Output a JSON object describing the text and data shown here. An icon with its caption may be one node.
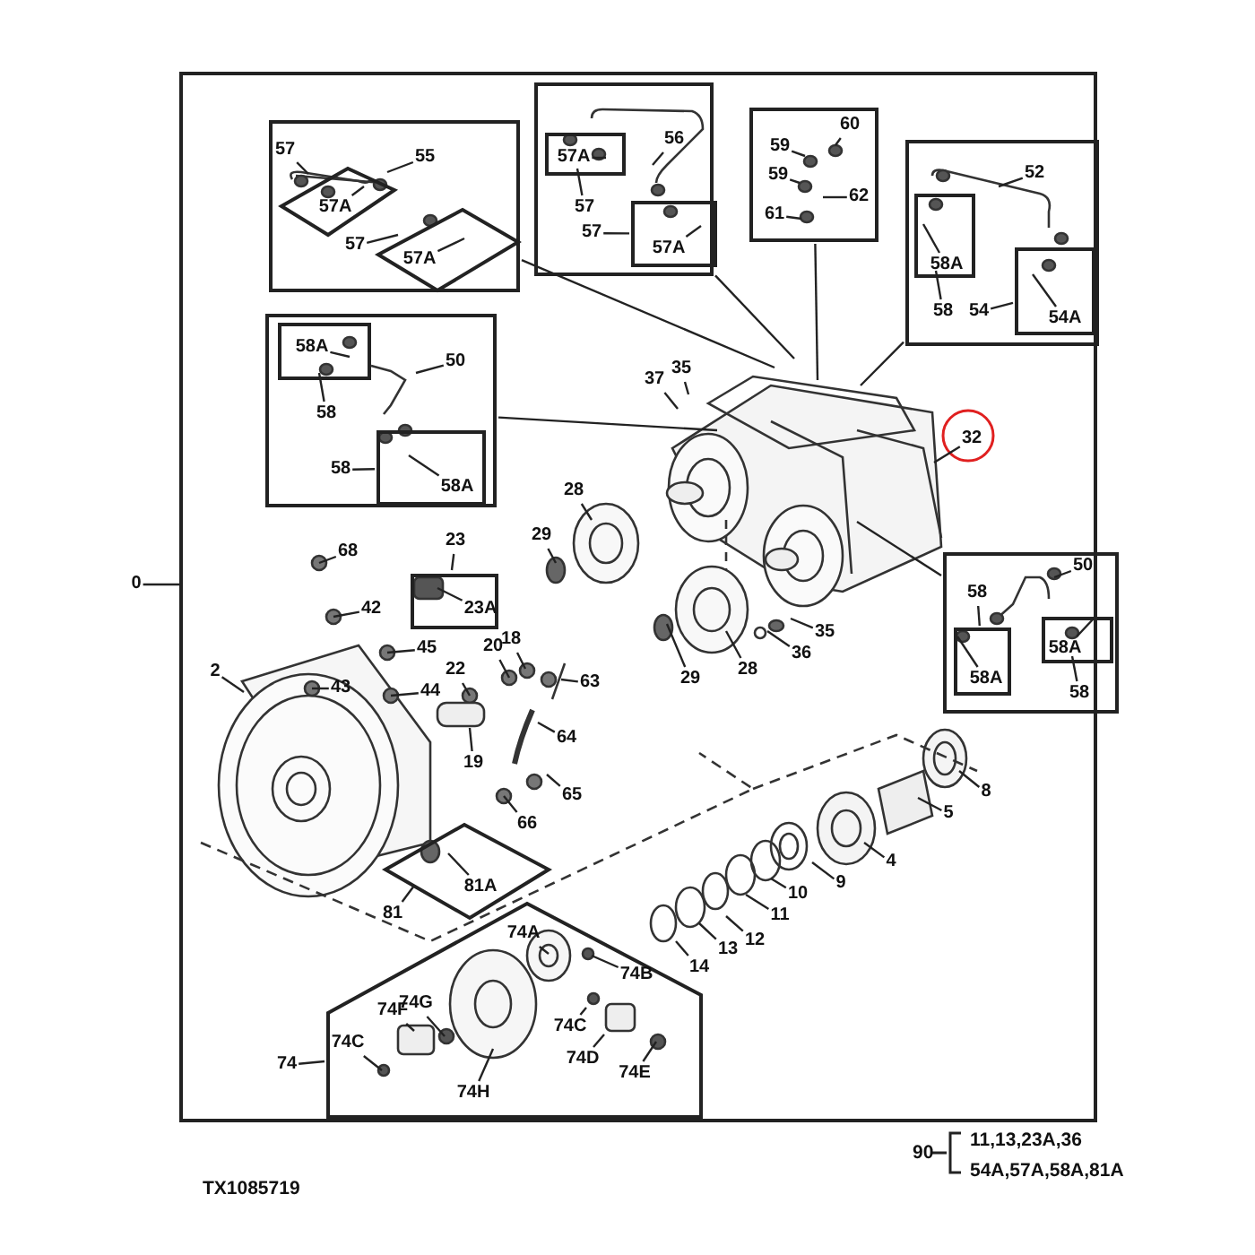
{
  "diagram": {
    "nodes": [
      {
        "text": [],
        "shape": "box"
      },
      {
        "text": [
          "0"
        ]
      },
      {
        "text": [],
        "shape": "box",
        "in": 0
      },
      {
        "text": [],
        "shape": "diamond",
        "in": 2
      },
      {
        "text": [
          "57"
        ],
        "in": 2
      },
      {
        "text": [
          "57A"
        ],
        "in": 3
      },
      {
        "text": [
          "55"
        ],
        "in": 2
      },
      {
        "text": [],
        "shape": "diamond",
        "in": 2
      },
      {
        "text": [
          "57"
        ],
        "in": 2
      },
      {
        "text": [
          "57A"
        ],
        "in": 7
      },
      {
        "text": [],
        "shape": "box",
        "in": 0
      },
      {
        "text": [],
        "shape": "box",
        "in": 10
      },
      {
        "text": [
          "57A"
        ],
        "in": 11
      },
      {
        "text": [
          "57"
        ],
        "in": 10
      },
      {
        "text": [
          "56"
        ],
        "in": 10
      },
      {
        "text": [],
        "shape": "box",
        "in": 10
      },
      {
        "text": [
          "57"
        ],
        "in": 10
      },
      {
        "text": [
          "57A"
        ],
        "in": 15
      },
      {
        "text": [],
        "shape": "box",
        "in": 0
      },
      {
        "text": [
          "60"
        ],
        "in": 18
      },
      {
        "text": [
          "59"
        ],
        "in": 18
      },
      {
        "text": [
          "59"
        ],
        "in": 18
      },
      {
        "text": [
          "62"
        ],
        "in": 18
      },
      {
        "text": [
          "61"
        ],
        "in": 18
      },
      {
        "text": [],
        "shape": "box",
        "in": 0
      },
      {
        "text": [],
        "shape": "box",
        "in": 24
      },
      {
        "text": [
          "58A"
        ],
        "in": 25
      },
      {
        "text": [
          "58"
        ],
        "in": 24
      },
      {
        "text": [
          "52"
        ],
        "in": 24
      },
      {
        "text": [],
        "shape": "box",
        "in": 24
      },
      {
        "text": [
          "54"
        ],
        "in": 24
      },
      {
        "text": [
          "54A"
        ],
        "in": 29
      },
      {
        "text": [],
        "shape": "box",
        "in": 0
      },
      {
        "text": [],
        "shape": "box",
        "in": 32
      },
      {
        "text": [
          "58A"
        ],
        "in": 33
      },
      {
        "text": [
          "58"
        ],
        "in": 32
      },
      {
        "text": [
          "50"
        ],
        "in": 32
      },
      {
        "text": [],
        "shape": "box",
        "in": 32
      },
      {
        "text": [
          "58"
        ],
        "in": 32
      },
      {
        "text": [
          "58A"
        ],
        "in": 37
      },
      {
        "text": [],
        "shape": "box",
        "in": 0
      },
      {
        "text": [],
        "shape": "box",
        "in": 40
      },
      {
        "text": [
          "58"
        ],
        "in": 40
      },
      {
        "text": [
          "58A"
        ],
        "in": 41
      },
      {
        "text": [
          "50"
        ],
        "in": 40
      },
      {
        "text": [],
        "shape": "box",
        "in": 40
      },
      {
        "text": [
          "58A"
        ],
        "in": 45
      },
      {
        "text": [
          "58"
        ],
        "in": 40
      },
      {
        "text": [
          "23"
        ],
        "in": 0
      },
      {
        "text": [],
        "shape": "box",
        "in": 0
      },
      {
        "text": [
          "23A"
        ],
        "in": 49
      },
      {
        "text": [
          "37"
        ],
        "in": 0
      },
      {
        "text": [
          "35"
        ],
        "in": 0
      },
      {
        "text": [
          "32"
        ],
        "in": 0
      },
      {
        "text": [
          "28"
        ],
        "in": 0
      },
      {
        "text": [
          "29"
        ],
        "in": 0
      },
      {
        "text": [
          "29"
        ],
        "in": 0
      },
      {
        "text": [
          "28"
        ],
        "in": 0
      },
      {
        "text": [
          "35"
        ],
        "in": 0
      },
      {
        "text": [
          "36"
        ],
        "in": 0
      },
      {
        "text": [
          "68"
        ],
        "in": 0
      },
      {
        "text": [
          "42"
        ],
        "in": 0
      },
      {
        "text": [
          "43"
        ],
        "in": 0
      },
      {
        "text": [
          "45"
        ],
        "in": 0
      },
      {
        "text": [
          "44"
        ],
        "in": 0
      },
      {
        "text": [
          "2"
        ],
        "in": 0
      },
      {
        "text": [
          "22"
        ],
        "in": 0
      },
      {
        "text": [
          "20"
        ],
        "in": 0
      },
      {
        "text": [
          "18"
        ],
        "in": 0
      },
      {
        "text": [
          "63"
        ],
        "in": 0
      },
      {
        "text": [
          "19"
        ],
        "in": 0
      },
      {
        "text": [
          "64"
        ],
        "in": 0
      },
      {
        "text": [
          "65"
        ],
        "in": 0
      },
      {
        "text": [
          "66"
        ],
        "in": 0
      },
      {
        "text": [
          "8"
        ],
        "in": 0
      },
      {
        "text": [
          "5"
        ],
        "in": 0
      },
      {
        "text": [
          "4"
        ],
        "in": 0
      },
      {
        "text": [
          "9"
        ],
        "in": 0
      },
      {
        "text": [
          "10"
        ],
        "in": 0
      },
      {
        "text": [
          "11"
        ],
        "in": 0
      },
      {
        "text": [
          "12"
        ],
        "in": 0
      },
      {
        "text": [
          "13"
        ],
        "in": 0
      },
      {
        "text": [
          "14"
        ],
        "in": 0
      },
      {
        "text": [],
        "shape": "diamond",
        "in": 0
      },
      {
        "text": [
          "81A"
        ],
        "in": 83
      },
      {
        "text": [
          "81"
        ],
        "in": 0
      },
      {
        "text": [],
        "shape": "pentagon",
        "in": 0
      },
      {
        "text": [
          "74"
        ],
        "in": 0
      },
      {
        "text": [
          "74A"
        ],
        "in": 86
      },
      {
        "text": [
          "74B"
        ],
        "in": 86
      },
      {
        "text": [
          "74C"
        ],
        "in": 86
      },
      {
        "text": [
          "74D"
        ],
        "in": 86
      },
      {
        "text": [
          "74E"
        ],
        "in": 86
      },
      {
        "text": [
          "74F"
        ],
        "in": 86
      },
      {
        "text": [
          "74G"
        ],
        "in": 86
      },
      {
        "text": [
          "74C"
        ],
        "in": 86
      },
      {
        "text": [
          "74H"
        ],
        "in": 86
      }
    ],
    "edges": [
      {
        "from": 1,
        "to": 0,
        "arrow": "none"
      },
      {
        "from": 4,
        "to": 3,
        "arrow": "none"
      },
      {
        "from": 5,
        "to": null,
        "arrow": "none"
      },
      {
        "from": 6,
        "to": null,
        "arrow": "none"
      },
      {
        "from": 8,
        "to": 7,
        "arrow": "none"
      },
      {
        "from": 9,
        "to": null,
        "arrow": "none"
      },
      {
        "from": 12,
        "to": null,
        "arrow": "none"
      },
      {
        "from": 13,
        "to": 11,
        "arrow": "none"
      },
      {
        "from": 14,
        "to": null,
        "arrow": "none"
      },
      {
        "from": 16,
        "to": 15,
        "arrow": "none"
      },
      {
        "from": 17,
        "to": null,
        "arrow": "none"
      },
      {
        "from": 19,
        "to": null,
        "arrow": "none"
      },
      {
        "from": 20,
        "to": null,
        "arrow": "none"
      },
      {
        "from": 21,
        "to": null,
        "arrow": "none"
      },
      {
        "from": 22,
        "to": null,
        "arrow": "none"
      },
      {
        "from": 23,
        "to": null,
        "arrow": "none"
      },
      {
        "from": 26,
        "to": null,
        "arrow": "none"
      },
      {
        "from": 27,
        "to": 25,
        "arrow": "none"
      },
      {
        "from": 28,
        "to": null,
        "arrow": "none"
      },
      {
        "from": 30,
        "to": 29,
        "arrow": "none"
      },
      {
        "from": 31,
        "to": null,
        "arrow": "none"
      },
      {
        "from": 34,
        "to": null,
        "arrow": "none"
      },
      {
        "from": 35,
        "to": 33,
        "arrow": "none"
      },
      {
        "from": 36,
        "to": null,
        "arrow": "none"
      },
      {
        "from": 38,
        "to": 37,
        "arrow": "none"
      },
      {
        "from": 39,
        "to": null,
        "arrow": "none"
      },
      {
        "from": 42,
        "to": 41,
        "arrow": "none"
      },
      {
        "from": 43,
        "to": null,
        "arrow": "none"
      },
      {
        "from": 44,
        "to": null,
        "arrow": "none"
      },
      {
        "from": 46,
        "to": null,
        "arrow": "none"
      },
      {
        "from": 47,
        "to": 45,
        "arrow": "none"
      },
      {
        "from": 48,
        "to": 49,
        "arrow": "none"
      },
      {
        "from": 50,
        "to": null,
        "arrow": "none"
      },
      {
        "from": 51,
        "to": null,
        "arrow": "none"
      },
      {
        "from": 52,
        "to": null,
        "arrow": "none"
      },
      {
        "from": 53,
        "to": null,
        "arrow": "none"
      },
      {
        "from": 54,
        "to": null,
        "arrow": "none"
      },
      {
        "from": 55,
        "to": null,
        "arrow": "none"
      },
      {
        "from": 56,
        "to": null,
        "arrow": "none"
      },
      {
        "from": 57,
        "to": null,
        "arrow": "none"
      },
      {
        "from": 58,
        "to": null,
        "arrow": "none"
      },
      {
        "from": 59,
        "to": null,
        "arrow": "none"
      },
      {
        "from": 60,
        "to": null,
        "arrow": "none"
      },
      {
        "from": 61,
        "to": null,
        "arrow": "none"
      },
      {
        "from": 62,
        "to": null,
        "arrow": "none"
      },
      {
        "from": 63,
        "to": null,
        "arrow": "none"
      },
      {
        "from": 64,
        "to": null,
        "arrow": "none"
      },
      {
        "from": 65,
        "to": null,
        "arrow": "none"
      },
      {
        "from": 66,
        "to": null,
        "arrow": "none"
      },
      {
        "from": 67,
        "to": null,
        "arrow": "none"
      },
      {
        "from": 68,
        "to": null,
        "arrow": "none"
      },
      {
        "from": 69,
        "to": null,
        "arrow": "none"
      },
      {
        "from": 70,
        "to": null,
        "arrow": "none"
      },
      {
        "from": 71,
        "to": null,
        "arrow": "none"
      },
      {
        "from": 72,
        "to": null,
        "arrow": "none"
      },
      {
        "from": 73,
        "to": null,
        "arrow": "none"
      },
      {
        "from": 74,
        "to": null,
        "arrow": "none"
      },
      {
        "from": 75,
        "to": null,
        "arrow": "none"
      },
      {
        "from": 76,
        "to": null,
        "arrow": "none"
      },
      {
        "from": 77,
        "to": null,
        "arrow": "none"
      },
      {
        "from": 78,
        "to": null,
        "arrow": "none"
      },
      {
        "from": 79,
        "to": null,
        "arrow": "none"
      },
      {
        "from": 80,
        "to": null,
        "arrow": "none"
      },
      {
        "from": 81,
        "to": null,
        "arrow": "none"
      },
      {
        "from": 82,
        "to": null,
        "arrow": "none"
      },
      {
        "from": 84,
        "to": null,
        "arrow": "none"
      },
      {
        "from": 85,
        "to": 83,
        "arrow": "none"
      },
      {
        "from": 87,
        "to": 86,
        "arrow": "none"
      },
      {
        "from": 88,
        "to": null,
        "arrow": "none"
      },
      {
        "from": 89,
        "to": null,
        "arrow": "none"
      },
      {
        "from": 90,
        "to": null,
        "arrow": "none"
      },
      {
        "from": 91,
        "to": null,
        "arrow": "none"
      },
      {
        "from": 92,
        "to": null,
        "arrow": "none"
      },
      {
        "from": 93,
        "to": null,
        "arrow": "none"
      },
      {
        "from": 94,
        "to": null,
        "arrow": "none"
      },
      {
        "from": 95,
        "to": null,
        "arrow": "none"
      },
      {
        "from": 96,
        "to": null,
        "arrow": "none"
      },
      {
        "from": 2,
        "to": null,
        "arrow": "none"
      },
      {
        "from": 10,
        "to": null,
        "arrow": "none"
      },
      {
        "from": 18,
        "to": null,
        "arrow": "none"
      },
      {
        "from": 24,
        "to": null,
        "arrow": "none"
      },
      {
        "from": 32,
        "to": null,
        "arrow": "none"
      },
      {
        "from": 40,
        "to": null,
        "arrow": "none"
      }
    ],
    "labels": [
      "90",
      "11,13,23A,36",
      "54A,57A,58A,81A",
      "TX1085719"
    ]
  }
}
